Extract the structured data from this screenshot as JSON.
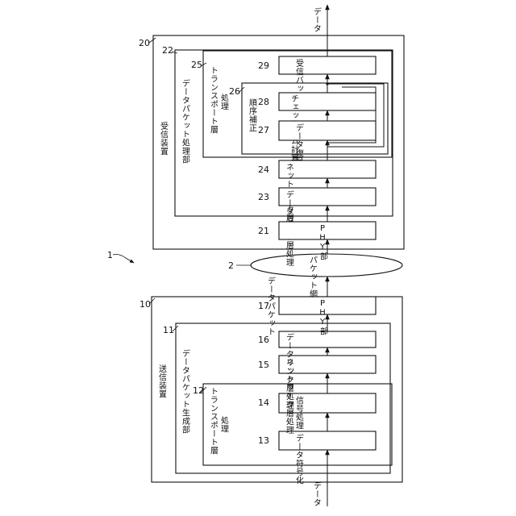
{
  "external": {
    "data_in": "データ",
    "data_out": "データ",
    "data_packet": "データパケット"
  },
  "system": {
    "ref": "1"
  },
  "network": {
    "ref": "2",
    "label": "パケット網"
  },
  "sender": {
    "ref": "10",
    "label": "送信装置",
    "generator": {
      "ref": "11",
      "label": "データパケット生成部",
      "transport": {
        "ref": "12",
        "label_line1": "トランスポート層",
        "label_line2": "処理",
        "blocks": [
          {
            "ref": "13",
            "label": "データ符号化"
          },
          {
            "ref": "14",
            "label": "信号処理"
          }
        ]
      },
      "blocks": [
        {
          "ref": "15",
          "label": "ネットワーク層処理"
        },
        {
          "ref": "16",
          "label": "データリンク層処理"
        }
      ]
    },
    "phy": {
      "ref": "17",
      "label": "PHY部"
    }
  },
  "receiver": {
    "ref": "20",
    "label": "受信装置",
    "phy": {
      "ref": "21",
      "label": "PHY部"
    },
    "processor": {
      "ref": "22",
      "label": "データパケット処理部",
      "blocks": [
        {
          "ref": "23",
          "label": "データリンク層処理"
        },
        {
          "ref": "24",
          "label": "ネットワーク層処理"
        }
      ],
      "transport": {
        "ref": "25",
        "label_line1": "トランスポート層",
        "label_line2": "処理",
        "reorder": {
          "ref": "26",
          "label": "順序補正",
          "blocks": [
            {
              "ref": "27",
              "label": "データ復号化"
            },
            {
              "ref": "28",
              "label": "チェックサム計算"
            }
          ]
        },
        "buffer": {
          "ref": "29",
          "label": "受信バッファ"
        }
      }
    }
  }
}
